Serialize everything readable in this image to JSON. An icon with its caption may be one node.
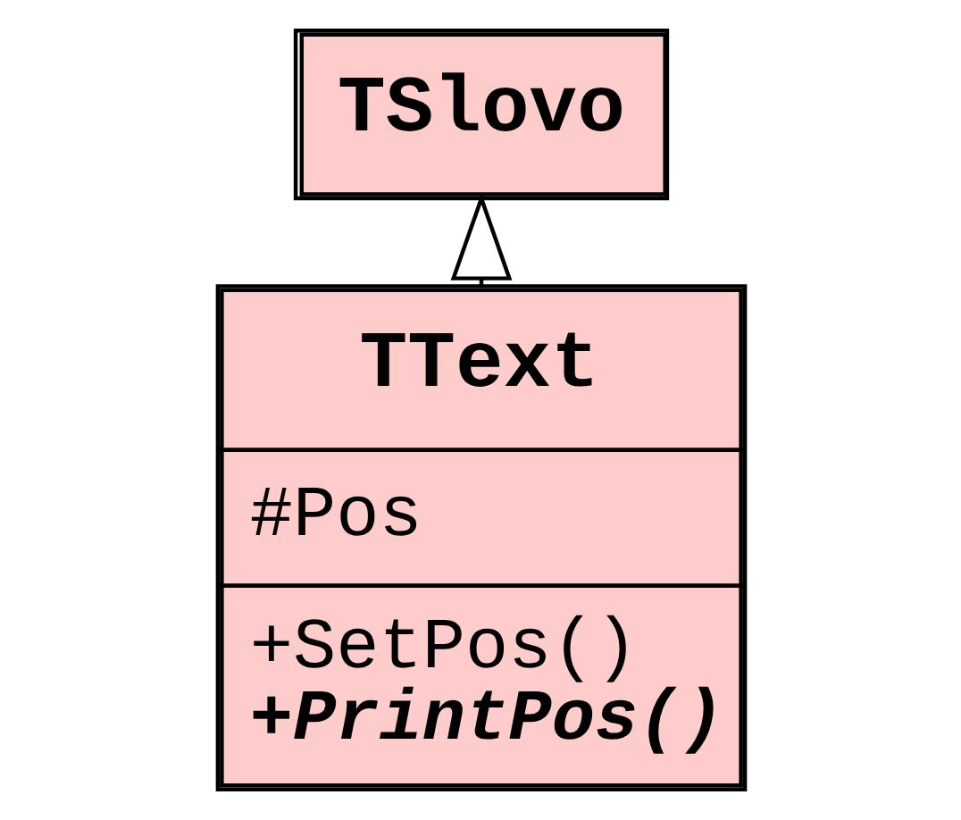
{
  "diagram": {
    "nodes": [
      {
        "text": [
          "TSlovo"
        ]
      },
      {
        "text": [
          "TText",
          "#Pos",
          "+SetPos()",
          "+PrintPos()"
        ]
      }
    ],
    "edges": [
      {
        "from": 1,
        "to": 0,
        "arrow": "to"
      }
    ]
  }
}
